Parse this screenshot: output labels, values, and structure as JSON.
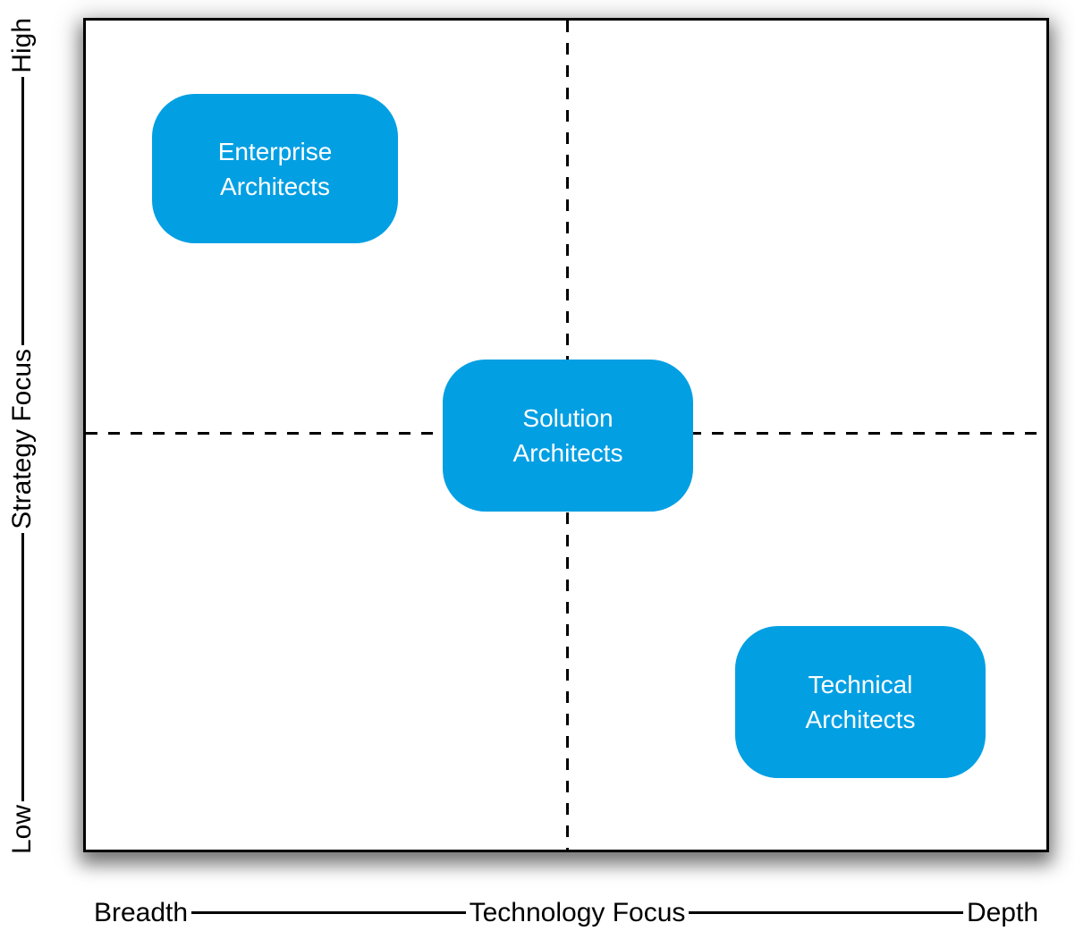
{
  "axes": {
    "y": {
      "top": "High",
      "title": "Strategy Focus",
      "bottom": "Low"
    },
    "x": {
      "left": "Breadth",
      "title": "Technology Focus",
      "right": "Depth"
    }
  },
  "nodes": {
    "enterprise": {
      "line1": "Enterprise",
      "line2": "Architects"
    },
    "solution": {
      "line1": "Solution",
      "line2": "Architects"
    },
    "technical": {
      "line1": "Technical",
      "line2": "Architects"
    }
  },
  "colors": {
    "node_fill": "#039FE3",
    "node_text": "#FFFFFF",
    "line": "#000000",
    "background": "#FFFFFF"
  }
}
